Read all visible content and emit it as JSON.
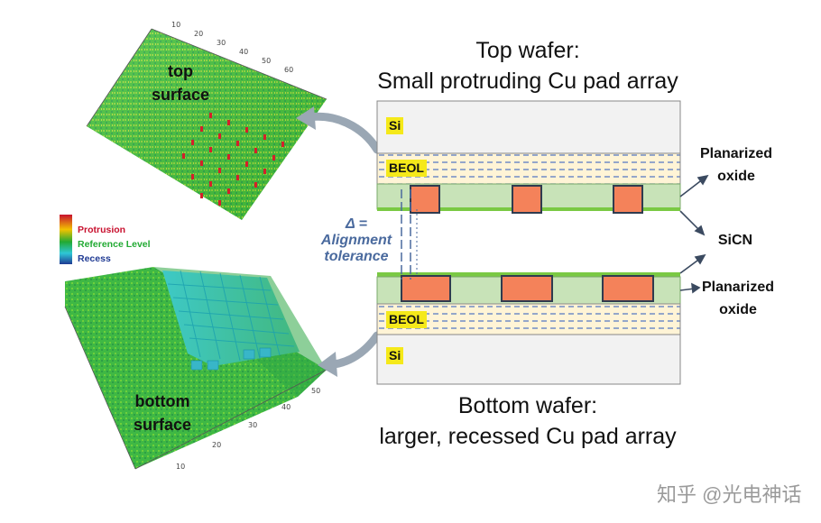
{
  "top_wafer": {
    "title_line1": "Top wafer:",
    "title_line2": "Small protruding Cu pad  array"
  },
  "bottom_wafer": {
    "title_line1": "Bottom wafer:",
    "title_line2": "larger, recessed Cu pad array"
  },
  "layers": {
    "si": "Si",
    "beol": "BEOL"
  },
  "labels": {
    "planarized_oxide_line1": "Planarized",
    "planarized_oxide_line2": "oxide",
    "sicn": "SiCN",
    "tolerance_line1": "Δ =",
    "tolerance_line2": "Alignment",
    "tolerance_line3": "tolerance"
  },
  "surfaces": {
    "top_line1": "top",
    "top_line2": "surface",
    "bottom_line1": "bottom",
    "bottom_line2": "surface"
  },
  "legend": {
    "protrusion": "Protrusion",
    "reference": "Reference Level",
    "recess": "Recess"
  },
  "axis_ticks": {
    "top": [
      "10",
      "20",
      "30",
      "40",
      "50",
      "60"
    ],
    "bottom": [
      "10",
      "20",
      "30",
      "40",
      "50"
    ]
  },
  "colors": {
    "si": "#f2f2f2",
    "beol": "#fff4d6",
    "oxide": "#c8e3b8",
    "sicn": "#7ac943",
    "cu": "#f4825a",
    "tag": "#f5e91a",
    "protrusion": "#c8102e",
    "reference": "#22aa33",
    "recess": "#1f3a93"
  },
  "watermark": "知乎 @光电神话"
}
